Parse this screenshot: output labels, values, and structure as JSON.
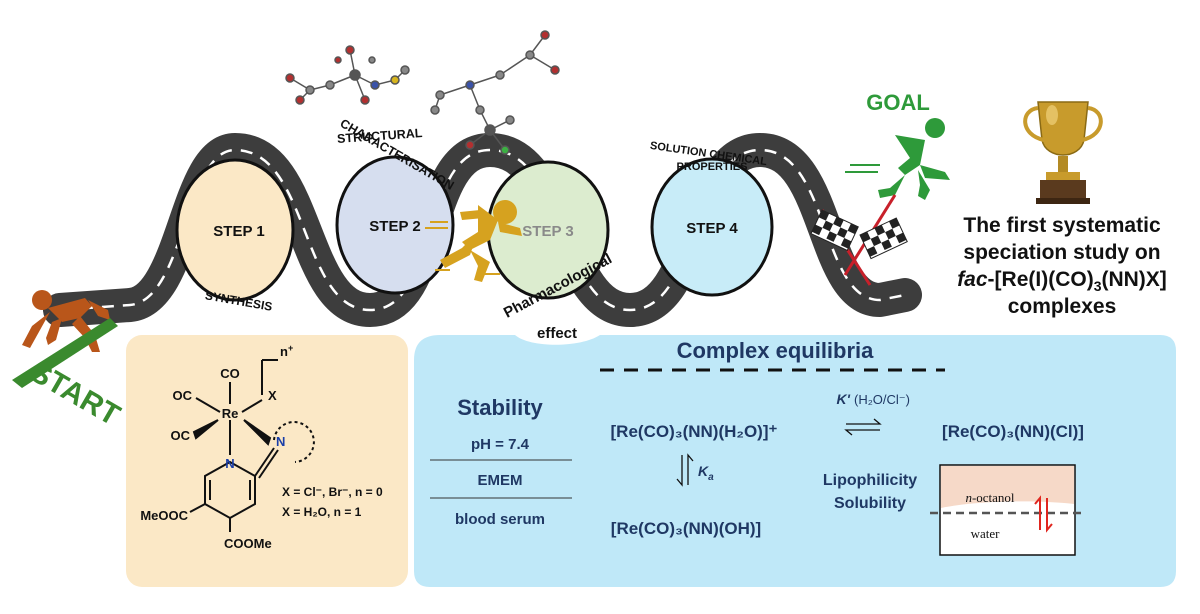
{
  "steps": [
    {
      "label": "STEP 1",
      "caption": "SYNTHESIS",
      "color": "#fbe8c6"
    },
    {
      "label": "STEP 2",
      "caption": "STRUCTURAL CHARACTERISATION",
      "caption_line1": "STRUCTURAL",
      "caption_line2": "CHARACTERISATION",
      "color": "#d6deef"
    },
    {
      "label": "STEP 3",
      "caption": "Pharmacological effect",
      "caption_line1": "Pharmacological",
      "caption_line2": "effect",
      "color": "#dceccf"
    },
    {
      "label": "STEP 4",
      "caption": "SOLUTION CHEMICAL PROPERTIES",
      "caption_line1": "SOLUTION CHEMICAL",
      "caption_line2": "PROPERTIES",
      "color": "#c8ecf8"
    }
  ],
  "start_label": "START",
  "goal_label": "GOAL",
  "goal_text": {
    "line1": "The first systematic",
    "line2": "speciation study on",
    "line3_italic": "fac",
    "line3_rest": "-[Re(I)(CO)",
    "line3_sub": "3",
    "line3_end": "(NN)X]",
    "line4": "complexes"
  },
  "structure": {
    "co_top": "CO",
    "oc_left": "OC",
    "oc_bottom": "OC",
    "x": "X",
    "re": "Re",
    "n1": "N",
    "n2": "N",
    "charge": "n",
    "charge_sup": "+",
    "meooc": "MeOOC",
    "coome": "COOMe",
    "line1": "X = Cl⁻, Br⁻, n = 0",
    "line2": "X = H₂O, n = 1"
  },
  "equilibria": {
    "title": "Complex equilibria",
    "stability": "Stability",
    "ph": "pH = 7.4",
    "emem": "EMEM",
    "serum": "blood serum",
    "species1": "[Re(CO)₃(NN)(H₂O)]⁺",
    "species2": "[Re(CO)₃(NN)(Cl)]",
    "species3": "[Re(CO)₃(NN)(OH)]",
    "k_prime": "K'",
    "k_prime_note": "(H₂O/Cl⁻)",
    "ka": "K",
    "ka_sub": "a",
    "lipophilicity": "Lipophilicity",
    "solubility": "Solubility",
    "octanol": "n-octanol",
    "octanol_italic": "n",
    "octanol_rest": "-octanol",
    "water": "water"
  },
  "colors": {
    "road": "#3d3d3d",
    "road_dash": "#ffffff",
    "start_green": "#3a8a2e",
    "goal_green": "#2e9a3a",
    "runner_gold": "#d6a21f",
    "crawler_orange": "#b9561a",
    "navy": "#1f3864",
    "panel_left": "#fbe8c6",
    "panel_right": "#bfe8f8",
    "arrow_red": "#e0261f",
    "flag_red": "#c8202a"
  },
  "icons": [
    "crawling-person-icon",
    "running-person-icon",
    "green-runner-icon",
    "trophy-icon",
    "checkered-flag-icon",
    "crystal-structure-icon",
    "equilibrium-arrows-icon"
  ]
}
